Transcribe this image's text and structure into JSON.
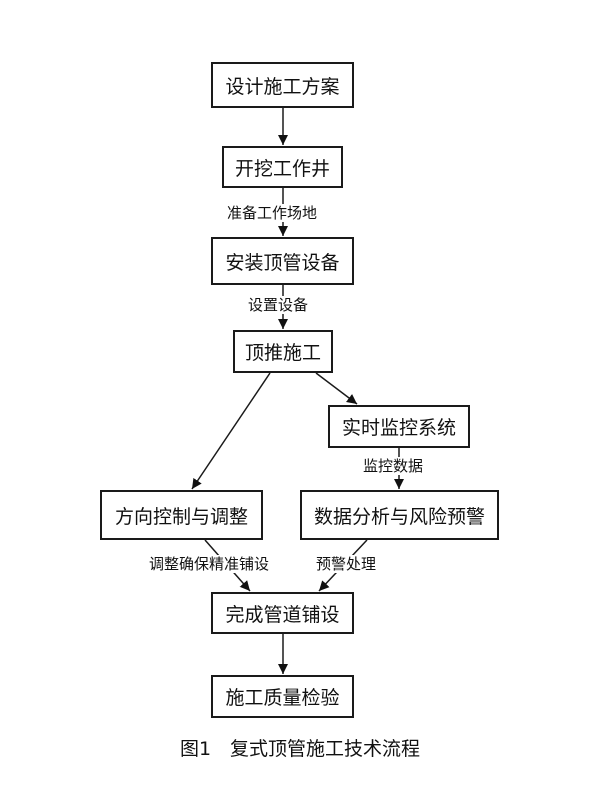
{
  "nodes": {
    "design": "设计施工方案",
    "dig_well": "开挖工作井",
    "install": "安装顶管设备",
    "jacking": "顶推施工",
    "monitor": "实时监控系统",
    "direction": "方向控制与调整",
    "analysis": "数据分析与风险预警",
    "complete": "完成管道铺设",
    "inspect": "施工质量检验"
  },
  "edge_labels": {
    "prepare_site": "准备工作场地",
    "setup_equipment": "设置设备",
    "monitor_data": "监控数据",
    "adjust_accuracy": "调整确保精准铺设",
    "warning_handling": "预警处理"
  },
  "caption": "图1　复式顶管施工技术流程",
  "colors": {
    "line": "#1a1a1a",
    "arrowhead": "#111111",
    "border": "#1a1a1a"
  }
}
